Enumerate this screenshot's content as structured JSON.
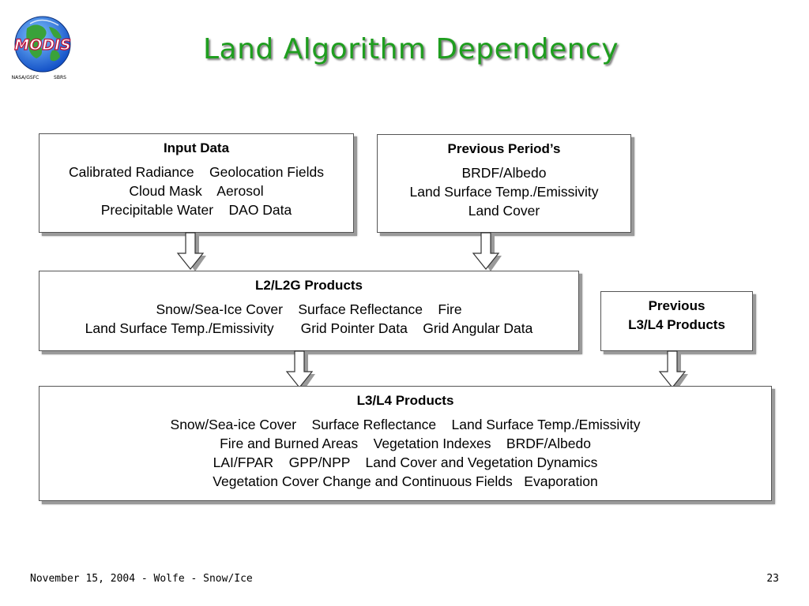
{
  "logo": {
    "text": "MODIS",
    "caption_left": "NASA/GSFC",
    "caption_right": "SBRS"
  },
  "title": "Land Algorithm Dependency",
  "boxes": {
    "input_data": {
      "heading": "Input Data",
      "lines": [
        "Calibrated Radiance    Geolocation Fields",
        "Cloud Mask    Aerosol",
        "Precipitable Water    DAO Data"
      ]
    },
    "previous_period": {
      "heading": "Previous Period’s",
      "lines": [
        "BRDF/Albedo",
        "Land Surface Temp./Emissivity",
        "Land Cover"
      ]
    },
    "l2_products": {
      "heading": "L2/L2G Products",
      "lines": [
        "Snow/Sea-Ice Cover    Surface Reflectance    Fire",
        "Land Surface Temp./Emissivity       Grid Pointer Data    Grid Angular Data"
      ]
    },
    "previous_l3l4": {
      "lines": [
        "Previous",
        "L3/L4 Products"
      ]
    },
    "l3l4_products": {
      "heading": "L3/L4 Products",
      "lines": [
        "Snow/Sea-ice Cover    Surface Reflectance    Land Surface Temp./Emissivity",
        "Fire and Burned Areas    Vegetation Indexes    BRDF/Albedo",
        "LAI/FPAR    GPP/NPP    Land Cover and Vegetation Dynamics",
        "Vegetation Cover Change and Continuous Fields   Evaporation"
      ]
    }
  },
  "colors": {
    "title": "#1f9e1f",
    "shadow": "#9a9a9a"
  },
  "footer": {
    "left": "November 15, 2004 - Wolfe - Snow/Ice",
    "page": "23"
  }
}
